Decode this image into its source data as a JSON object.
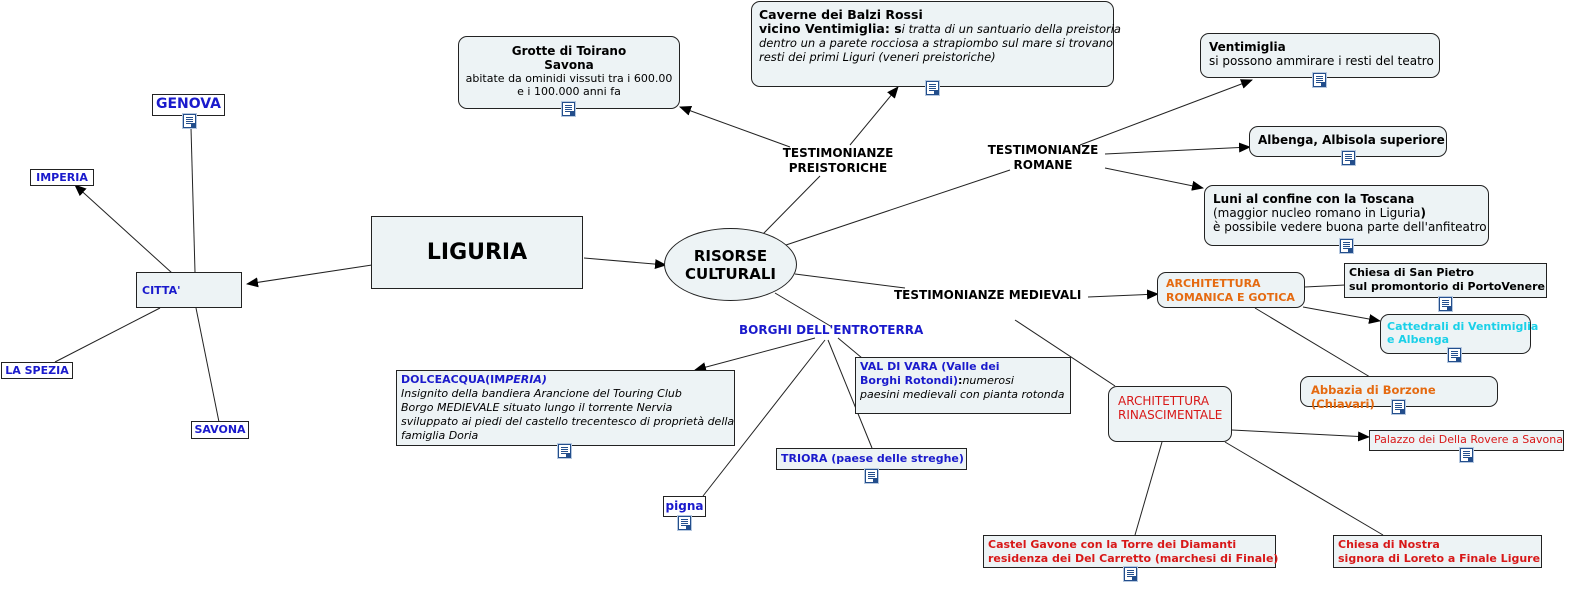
{
  "nodes": {
    "liguria": "LIGURIA",
    "risorse": [
      "RISORSE",
      "CULTURALI"
    ],
    "citta": "CITTA'",
    "genova": "GENOVA",
    "imperia": "IMPERIA",
    "la_spezia": "LA SPEZIA",
    "savona": "SAVONA",
    "grotte": {
      "title1": "Grotte di Toirano",
      "title2": "Savona",
      "body1": "abitate da ominidi vissuti tra i 600.00",
      "body2": "e i 100.000 anni fa"
    },
    "caverne": {
      "title1": "Caverne dei Balzi Rossi",
      "title2": "vicino Ventimiglia: s",
      "body1": "i tratta di un santuario della preistoria",
      "body2": " dentro un a parete rocciosa a strapiombo sul mare si trovano",
      "body3": " resti dei primi Liguri (veneri preistoriche)"
    },
    "ventimiglia": {
      "title": "Ventimiglia",
      "body": "si possono ammirare i resti del teatro"
    },
    "albenga": "Albenga, Albisola superiore",
    "luni": {
      "title": "Luni al confine con la Toscana",
      "body1a": "(maggior nucleo romano in Liguria",
      "body1b": ")",
      "body2": "è possibile vedere buona parte dell'anfiteatro"
    },
    "romanica": [
      "ARCHITETTURA",
      "ROMANICA E GOTICA"
    ],
    "san_pietro": [
      "Chiesa di San Pietro",
      "sul promontorio di PortoVenere"
    ],
    "cattedrali": [
      "Cattedrali di Ventimiglia",
      "e Albenga"
    ],
    "borzone": "Abbazia di Borzone (Chiavari)",
    "rinascimentale": [
      "ARCHITETTURA",
      "RINASCIMENTALE"
    ],
    "palazzo": "Palazzo dei Della Rovere a Savona",
    "castel": [
      "Castel Gavone con la Torre dei Diamanti",
      "residenza dei Del Carretto (marchesi di Finale)"
    ],
    "nostra": [
      "Chiesa di Nostra",
      " signora di Loreto a Finale Ligure"
    ],
    "dolceacqua": {
      "title_a": "DOLCEACQUA(IM",
      "title_b": "PERIA)",
      "body1": "Insignito della bandiera Arancione del Touring Club",
      "body2": "Borgo MEDIEVALE situato lungo il torrente Nervia",
      "body3": "sviluppato ai piedi del castello trecentesco di proprietà della",
      "body4": "famiglia Doria"
    },
    "val_di_vara": {
      "title1": "VAL DI VARA (Valle dei",
      "title2": "Borghi Rotondi)",
      "title2_colon": ":",
      "body1": "numerosi",
      "body2": "paesini medievali con pianta rotonda"
    },
    "triora": "TRIORA (paese delle streghe)",
    "pigna": "pigna"
  },
  "labels": {
    "preistoriche": [
      "TESTIMONIANZE",
      "PREISTORICHE"
    ],
    "romane": [
      "TESTIMONIANZE",
      "ROMANE"
    ],
    "medievali": "TESTIMONIANZE MEDIEVALI",
    "borghi": "BORGHI DELL'ENTROTERRA"
  },
  "colors": {
    "node_fill": "#edf3f5",
    "blue": "#1a1acc",
    "orange": "#e56a10",
    "cyan": "#19d0e8",
    "red": "#d81818"
  },
  "icons": [
    "document-icon"
  ]
}
